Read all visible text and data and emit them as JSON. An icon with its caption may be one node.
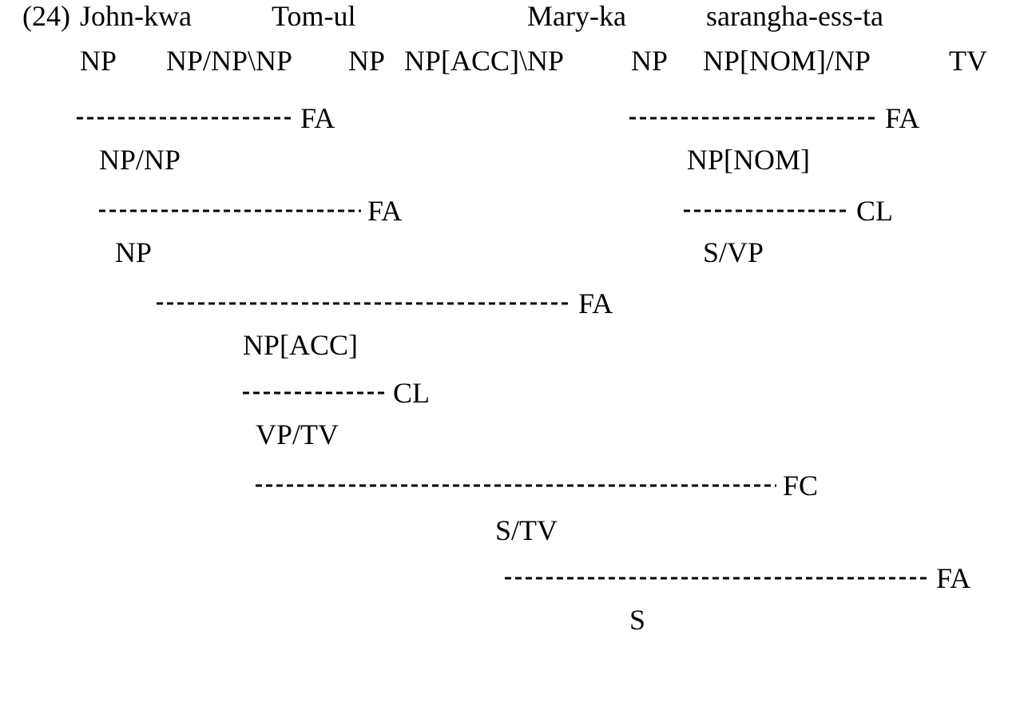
{
  "diagram": {
    "labels": [
      "(24)",
      "John-kwa",
      "Tom-ul",
      "Mary-ka",
      "sarangha-ess-ta",
      "NP",
      "NP/NP\\NP",
      "NP",
      "NP[ACC]\\NP",
      "NP",
      "NP[NOM]/NP",
      "TV",
      "FA",
      "FA",
      "NP/NP",
      "NP[NOM]",
      "FA",
      "CL",
      "NP",
      "S/VP",
      "FA",
      "NP[ACC]",
      "CL",
      "VP/TV",
      "FC",
      "S/TV",
      "FA",
      "S"
    ]
  }
}
